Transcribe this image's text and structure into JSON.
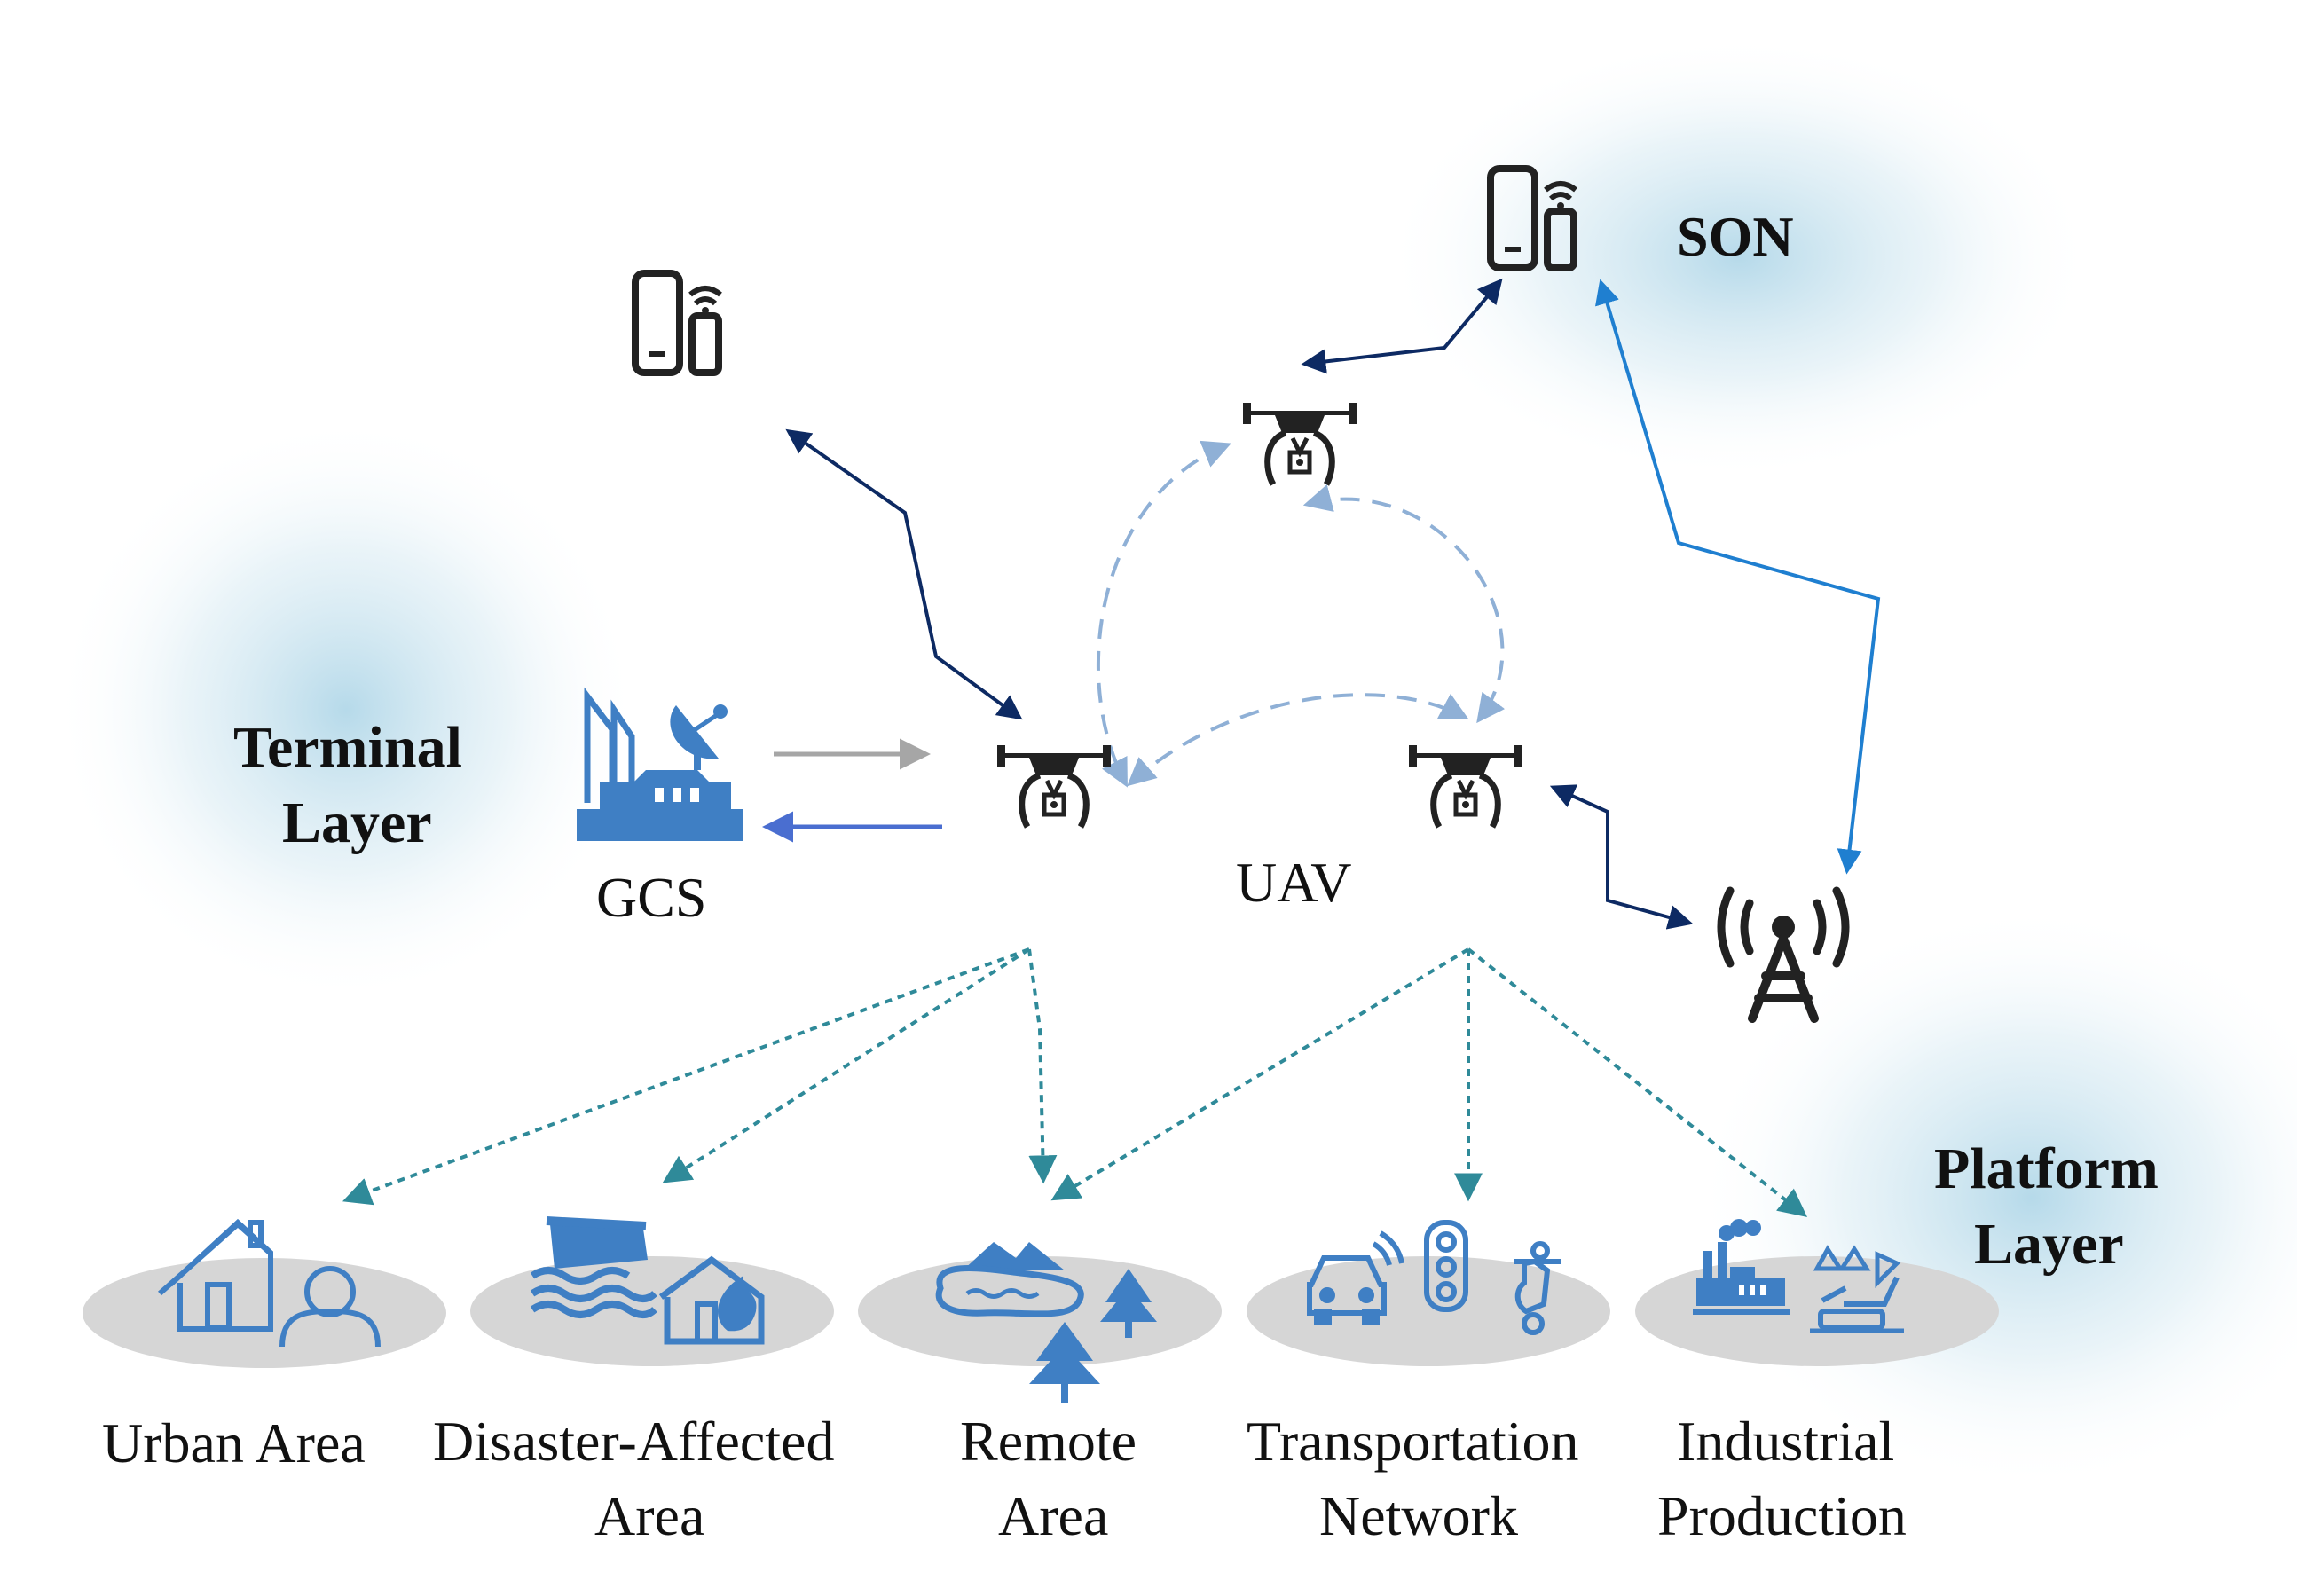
{
  "labels": {
    "son": "SON",
    "terminal_layer": [
      "Terminal",
      "Layer"
    ],
    "gcs": "GCS",
    "uav": "UAV",
    "platform_layer": [
      "Platform",
      "Layer"
    ]
  },
  "areas": [
    {
      "line1": "Urban Area",
      "line2": ""
    },
    {
      "line1": "Disaster-Affected",
      "line2": "Area"
    },
    {
      "line1": "Remote",
      "line2": "Area"
    },
    {
      "line1": "Transportation",
      "line2": "Network"
    },
    {
      "line1": "Industrial",
      "line2": "Production"
    }
  ],
  "icons": [
    "mobile-device-icon",
    "drone-icon",
    "ground-station-icon",
    "cell-tower-icon",
    "house-person-icon",
    "flood-fire-icon",
    "lake-trees-icon",
    "car-traffic-light-scooter-icon",
    "factory-mining-icon"
  ],
  "colors": {
    "dark_navy": "#0d2a63",
    "medium_blue": "#1f7fd0",
    "light_blue_dashed": "#8fb0d6",
    "teal_dotted": "#2f8a99",
    "icon_blue": "#3f7fc4",
    "ellipse_gray": "#d6d6d6",
    "arrow_gray": "#a6a6a6",
    "arrow_royal": "#4a6ed0",
    "halo": "#a9d3e6"
  }
}
